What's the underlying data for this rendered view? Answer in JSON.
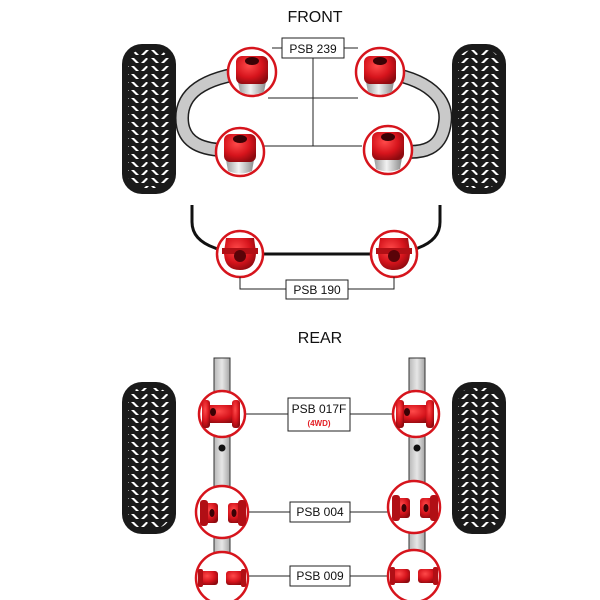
{
  "front": {
    "title": "FRONT",
    "upper_label": "PSB 239",
    "lower_label": "PSB 190"
  },
  "rear": {
    "title": "REAR",
    "label_1": "PSB 017F",
    "label_1_sub": "(4WD)",
    "label_2": "PSB 004",
    "label_3": "PSB 009"
  },
  "colors": {
    "bush_red": "#d6141c",
    "sub_label_red": "#e31e24",
    "tire_black": "#1a1a1a",
    "arm_grey": "#c9c9c9",
    "line": "#222222"
  }
}
